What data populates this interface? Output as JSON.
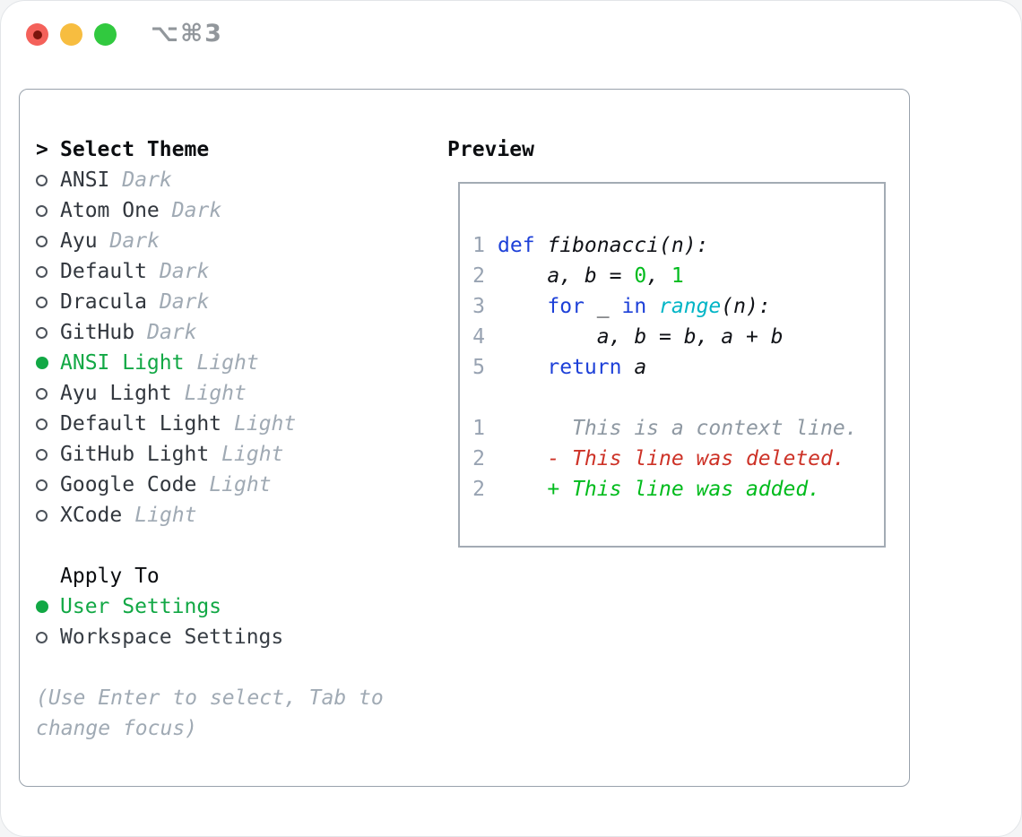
{
  "window": {
    "title": "⌥⌘3"
  },
  "panel": {
    "select_theme": {
      "prompt": ">",
      "label": "Select Theme"
    },
    "themes": [
      {
        "name": "ANSI",
        "variant": "Dark",
        "selected": false
      },
      {
        "name": "Atom One",
        "variant": "Dark",
        "selected": false
      },
      {
        "name": "Ayu",
        "variant": "Dark",
        "selected": false
      },
      {
        "name": "Default",
        "variant": "Dark",
        "selected": false
      },
      {
        "name": "Dracula",
        "variant": "Dark",
        "selected": false
      },
      {
        "name": "GitHub",
        "variant": "Dark",
        "selected": false
      },
      {
        "name": "ANSI Light",
        "variant": "Light",
        "selected": true
      },
      {
        "name": "Ayu Light",
        "variant": "Light",
        "selected": false
      },
      {
        "name": "Default Light",
        "variant": "Light",
        "selected": false
      },
      {
        "name": "GitHub Light",
        "variant": "Light",
        "selected": false
      },
      {
        "name": "Google Code",
        "variant": "Light",
        "selected": false
      },
      {
        "name": "XCode",
        "variant": "Light",
        "selected": false
      }
    ],
    "apply_to": {
      "label": "Apply To",
      "options": [
        {
          "label": "User Settings",
          "selected": true
        },
        {
          "label": "Workspace Settings",
          "selected": false
        }
      ]
    },
    "hint": "(Use Enter to select, Tab to change focus)"
  },
  "preview": {
    "label": "Preview",
    "lines": [
      {
        "num": "1",
        "segments": [
          [
            "kw",
            "def"
          ],
          [
            "pl",
            " fibonacci(n):"
          ]
        ]
      },
      {
        "num": "2",
        "segments": [
          [
            "pl",
            "    a, b = "
          ],
          [
            "lit",
            "0"
          ],
          [
            "pl",
            ", "
          ],
          [
            "lit",
            "1"
          ]
        ]
      },
      {
        "num": "3",
        "segments": [
          [
            "pl",
            "    "
          ],
          [
            "kw",
            "for"
          ],
          [
            "pl",
            " _ "
          ],
          [
            "kw",
            "in"
          ],
          [
            "pl",
            " "
          ],
          [
            "bi",
            "range"
          ],
          [
            "pl",
            "(n):"
          ]
        ]
      },
      {
        "num": "4",
        "segments": [
          [
            "pl",
            "        a, b = b, a + b"
          ]
        ]
      },
      {
        "num": "5",
        "segments": [
          [
            "pl",
            "    "
          ],
          [
            "kw",
            "return"
          ],
          [
            "pl",
            " a"
          ]
        ]
      },
      {
        "num": "",
        "segments": []
      },
      {
        "num": "1",
        "segments": [
          [
            "ctx",
            "      This is a context line."
          ]
        ]
      },
      {
        "num": "2",
        "segments": [
          [
            "del",
            "    - This line was deleted."
          ]
        ]
      },
      {
        "num": "2",
        "segments": [
          [
            "add",
            "    + This line was added."
          ]
        ]
      }
    ]
  },
  "colors": {
    "selection_green": "#12a845",
    "keyword_blue": "#1d40d8",
    "builtin_cyan": "#00b5c6",
    "literal_green": "#00bb1c",
    "added_green": "#00bb1c",
    "deleted_red": "#cd3227",
    "muted_gray": "#a0aab4",
    "line_number_gray": "#98a3b2",
    "traffic_red": "#f4615a",
    "traffic_yellow": "#f7bd40",
    "traffic_green": "#31c93f"
  }
}
